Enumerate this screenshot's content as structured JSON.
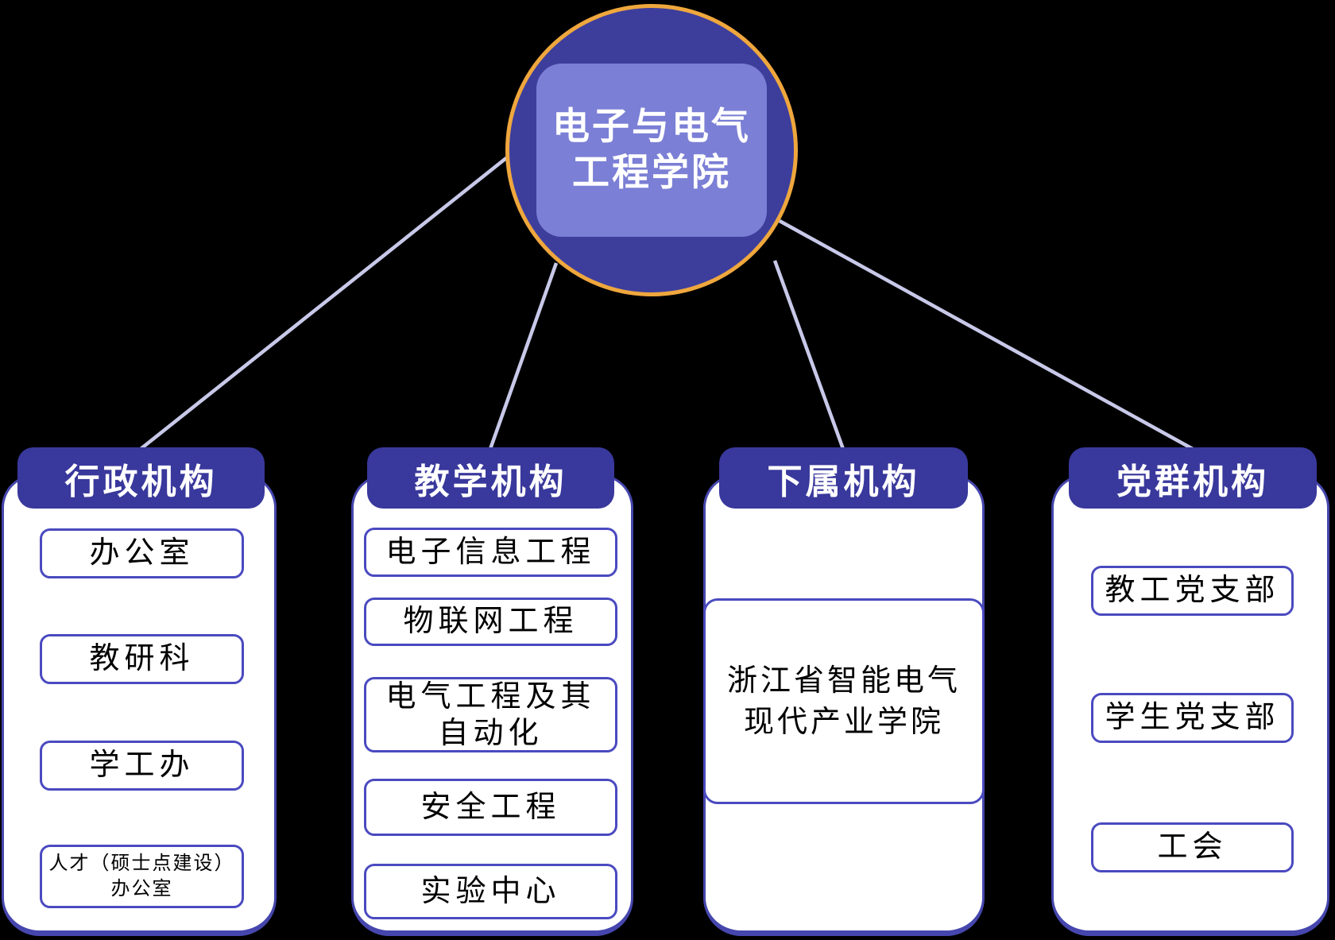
{
  "palette": {
    "background": "#000000",
    "hub_circle_fill": "#3d3e9c",
    "hub_circle_ring": "#efa73d",
    "hub_panel": "#7b7fd5",
    "header_bg": "#39389c",
    "panel_border": "#4646ae",
    "item_border": "#4a4ac0",
    "connector_line": "#c8c9e9",
    "item_text": "#000000",
    "header_text": "#ffffff"
  },
  "hub": {
    "title_line1": "电子与电气",
    "title_line2": "工程学院"
  },
  "columns": [
    {
      "header": "行政机构",
      "items": [
        "办公室",
        "教研科",
        "学工办",
        "人才（硕士点建设）\n办公室"
      ]
    },
    {
      "header": "教学机构",
      "items": [
        "电子信息工程",
        "物联网工程",
        "电气工程及其\n自动化",
        "安全工程",
        "实验中心"
      ]
    },
    {
      "header": "下属机构",
      "items": [
        "浙江省智能电气\n现代产业学院"
      ]
    },
    {
      "header": "党群机构",
      "items": [
        "教工党支部",
        "学生党支部",
        "工会"
      ]
    }
  ]
}
